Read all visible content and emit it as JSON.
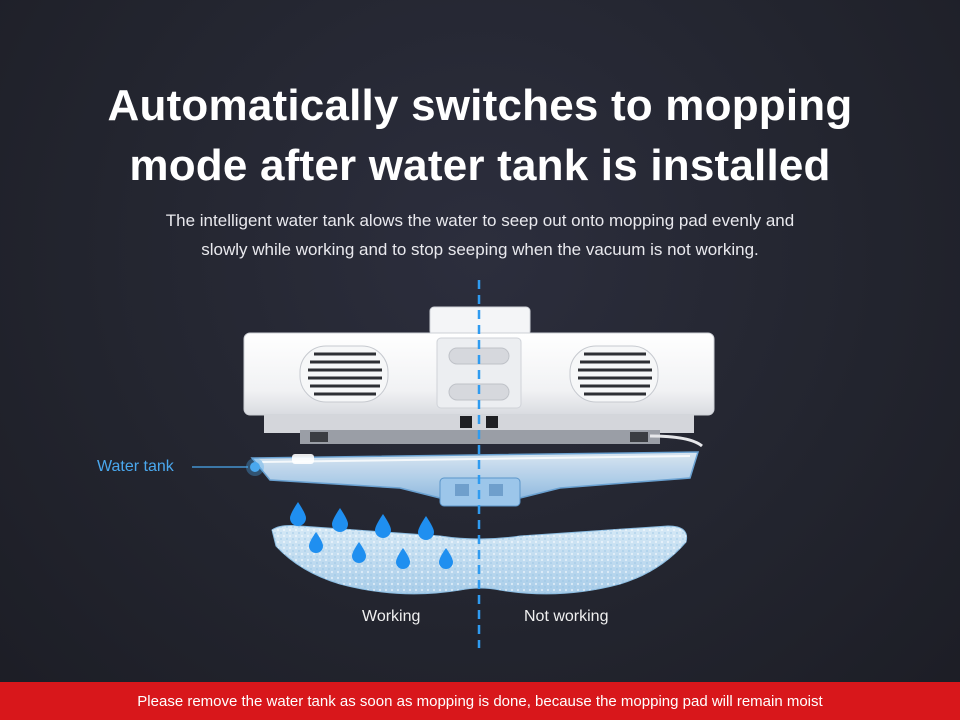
{
  "headline": {
    "line1": "Automatically switches to mopping",
    "line2": "mode after water tank is installed"
  },
  "subtext": {
    "line1": "The intelligent water tank alows the water to seep out onto mopping pad evenly and",
    "line2": "slowly while working and to stop seeping when the vacuum is not working."
  },
  "labels": {
    "water_tank": "Water tank",
    "working": "Working",
    "not_working": "Not working"
  },
  "notice": "Please remove the water tank as soon as mopping is done, because the mopping pad will remain moist",
  "colors": {
    "accent_blue": "#4aa8ee",
    "notice_red": "#d8171b",
    "divider_blue": "#2f9bf0"
  },
  "icons": {
    "water_drop": "water-drop-icon",
    "label_pointer": "label-pointer-dot"
  }
}
